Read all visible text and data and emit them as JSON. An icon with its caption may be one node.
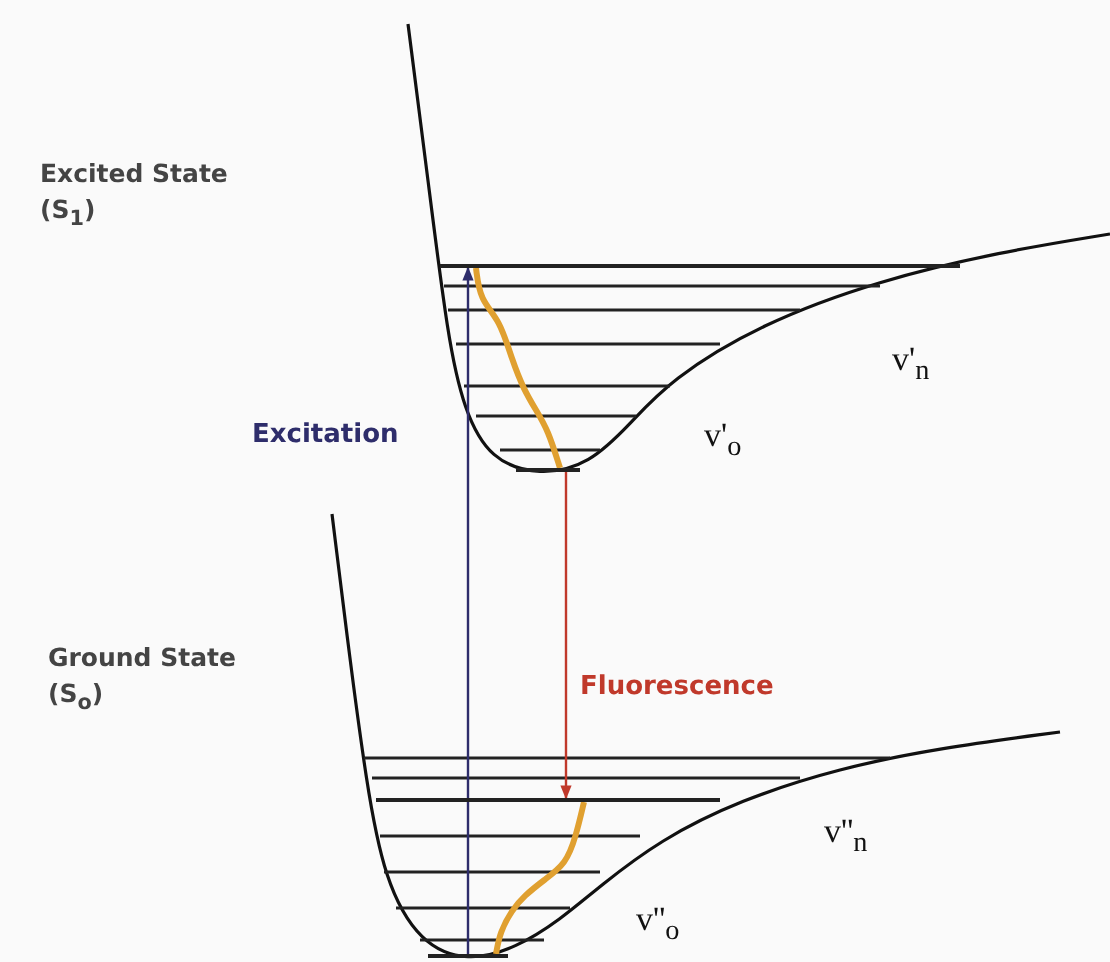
{
  "diagram": {
    "nodes": [
      {
        "text": [],
        "shape": "bar"
      },
      {
        "text": [],
        "shape": "bar"
      },
      {
        "text": [],
        "shape": "bar"
      },
      {
        "text": [],
        "shape": "bar"
      }
    ],
    "edges": [
      {
        "from": 3,
        "to": 0,
        "arrow": "to",
        "label": "Excitation",
        "color": "#2e2d6b"
      },
      {
        "from": 1,
        "to": 2,
        "arrow": "to",
        "label": "Fluorescence",
        "color": "#c0392b"
      },
      {
        "from": 0,
        "to": 1,
        "arrow": "none",
        "color": "#e0a030",
        "style": "thick"
      },
      {
        "from": 2,
        "to": 3,
        "arrow": "none",
        "color": "#e0a030",
        "style": "thick"
      }
    ],
    "labels": [
      "Excited State (S$_{1}$)",
      "v'$_{n}$",
      "v'$_{o}$",
      "Ground State (S$_{o}$)",
      "v''$_{n}$",
      "v''$_{o}$"
    ]
  }
}
